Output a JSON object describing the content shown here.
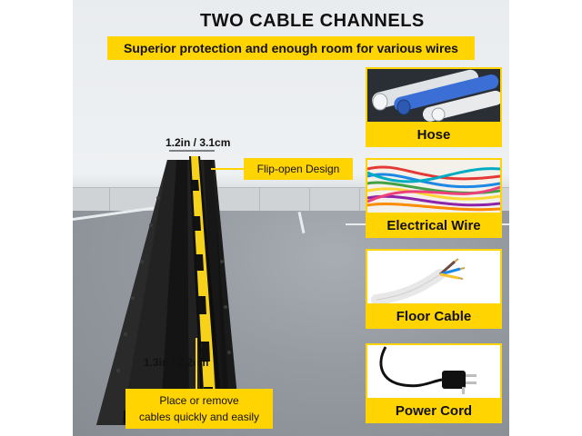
{
  "headline": "TWO CABLE CHANNELS",
  "banner": "Superior protection and enough room for various wires",
  "dimensions": {
    "top": "1.2in / 3.1cm",
    "bottom": "1.3in / 3.2cm"
  },
  "callouts": {
    "flip_open": "Flip-open Design",
    "place_line1": "Place or remove",
    "place_line2": "cables quickly and easily"
  },
  "categories": [
    {
      "label": "Hose",
      "icon": "hose-pipes-icon"
    },
    {
      "label": "Electrical Wire",
      "icon": "electrical-wire-icon"
    },
    {
      "label": "Floor Cable",
      "icon": "floor-cable-icon"
    },
    {
      "label": "Power Cord",
      "icon": "power-cord-icon"
    }
  ],
  "colors": {
    "accent_yellow": "#ffd400",
    "protector_black": "#1c1c1c",
    "text": "#111111"
  }
}
